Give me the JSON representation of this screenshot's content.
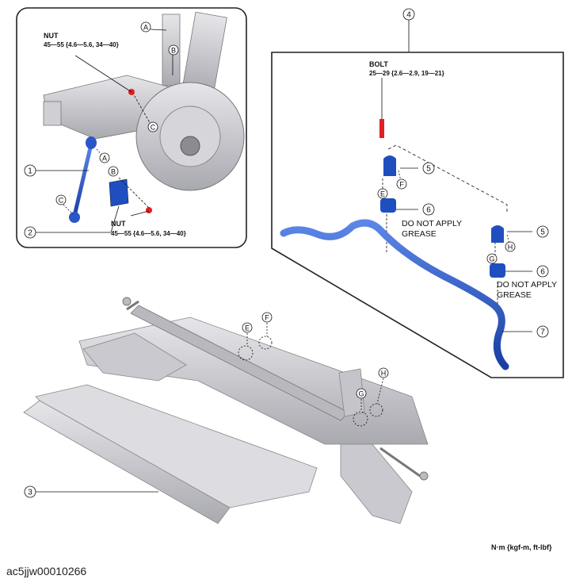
{
  "inset_top_left": {
    "nut_top_label": "NUT",
    "nut_top_torque": "45—55 {4.6—5.6, 34—40}",
    "nut_bottom_label": "NUT",
    "nut_bottom_torque": "45—55 {4.6—5.6, 34—40}",
    "letters": {
      "a1": "A",
      "b1": "B",
      "c1": "C",
      "a2": "A",
      "b2": "B",
      "c2": "C"
    },
    "callouts": {
      "n1": "1",
      "n2": "2"
    }
  },
  "inset_right": {
    "number": "4",
    "bolt_label": "BOLT",
    "bolt_torque": "25—29 {2.6—2.9, 19—21}",
    "callouts": {
      "n5a": "5",
      "n5b": "5",
      "n6a": "6",
      "n6b": "6",
      "n7": "7"
    },
    "letters": {
      "e": "E",
      "f": "F",
      "g": "G",
      "h": "H"
    },
    "note_a_line1": "DO NOT APPLY",
    "note_a_line2": "GREASE",
    "note_b_line1": "DO NOT APPLY",
    "note_b_line2": "GREASE"
  },
  "main": {
    "callout_3": "3",
    "letters": {
      "e": "E",
      "f": "F",
      "g": "G",
      "h": "H"
    }
  },
  "footer": {
    "units": "N·m {kgf-m, ft-lbf}",
    "code": "ac5jjw00010266"
  },
  "colors": {
    "part_blue": "#1f4fbf",
    "frame_gray": "#c8c8cc",
    "bolt_red": "#e02020"
  }
}
